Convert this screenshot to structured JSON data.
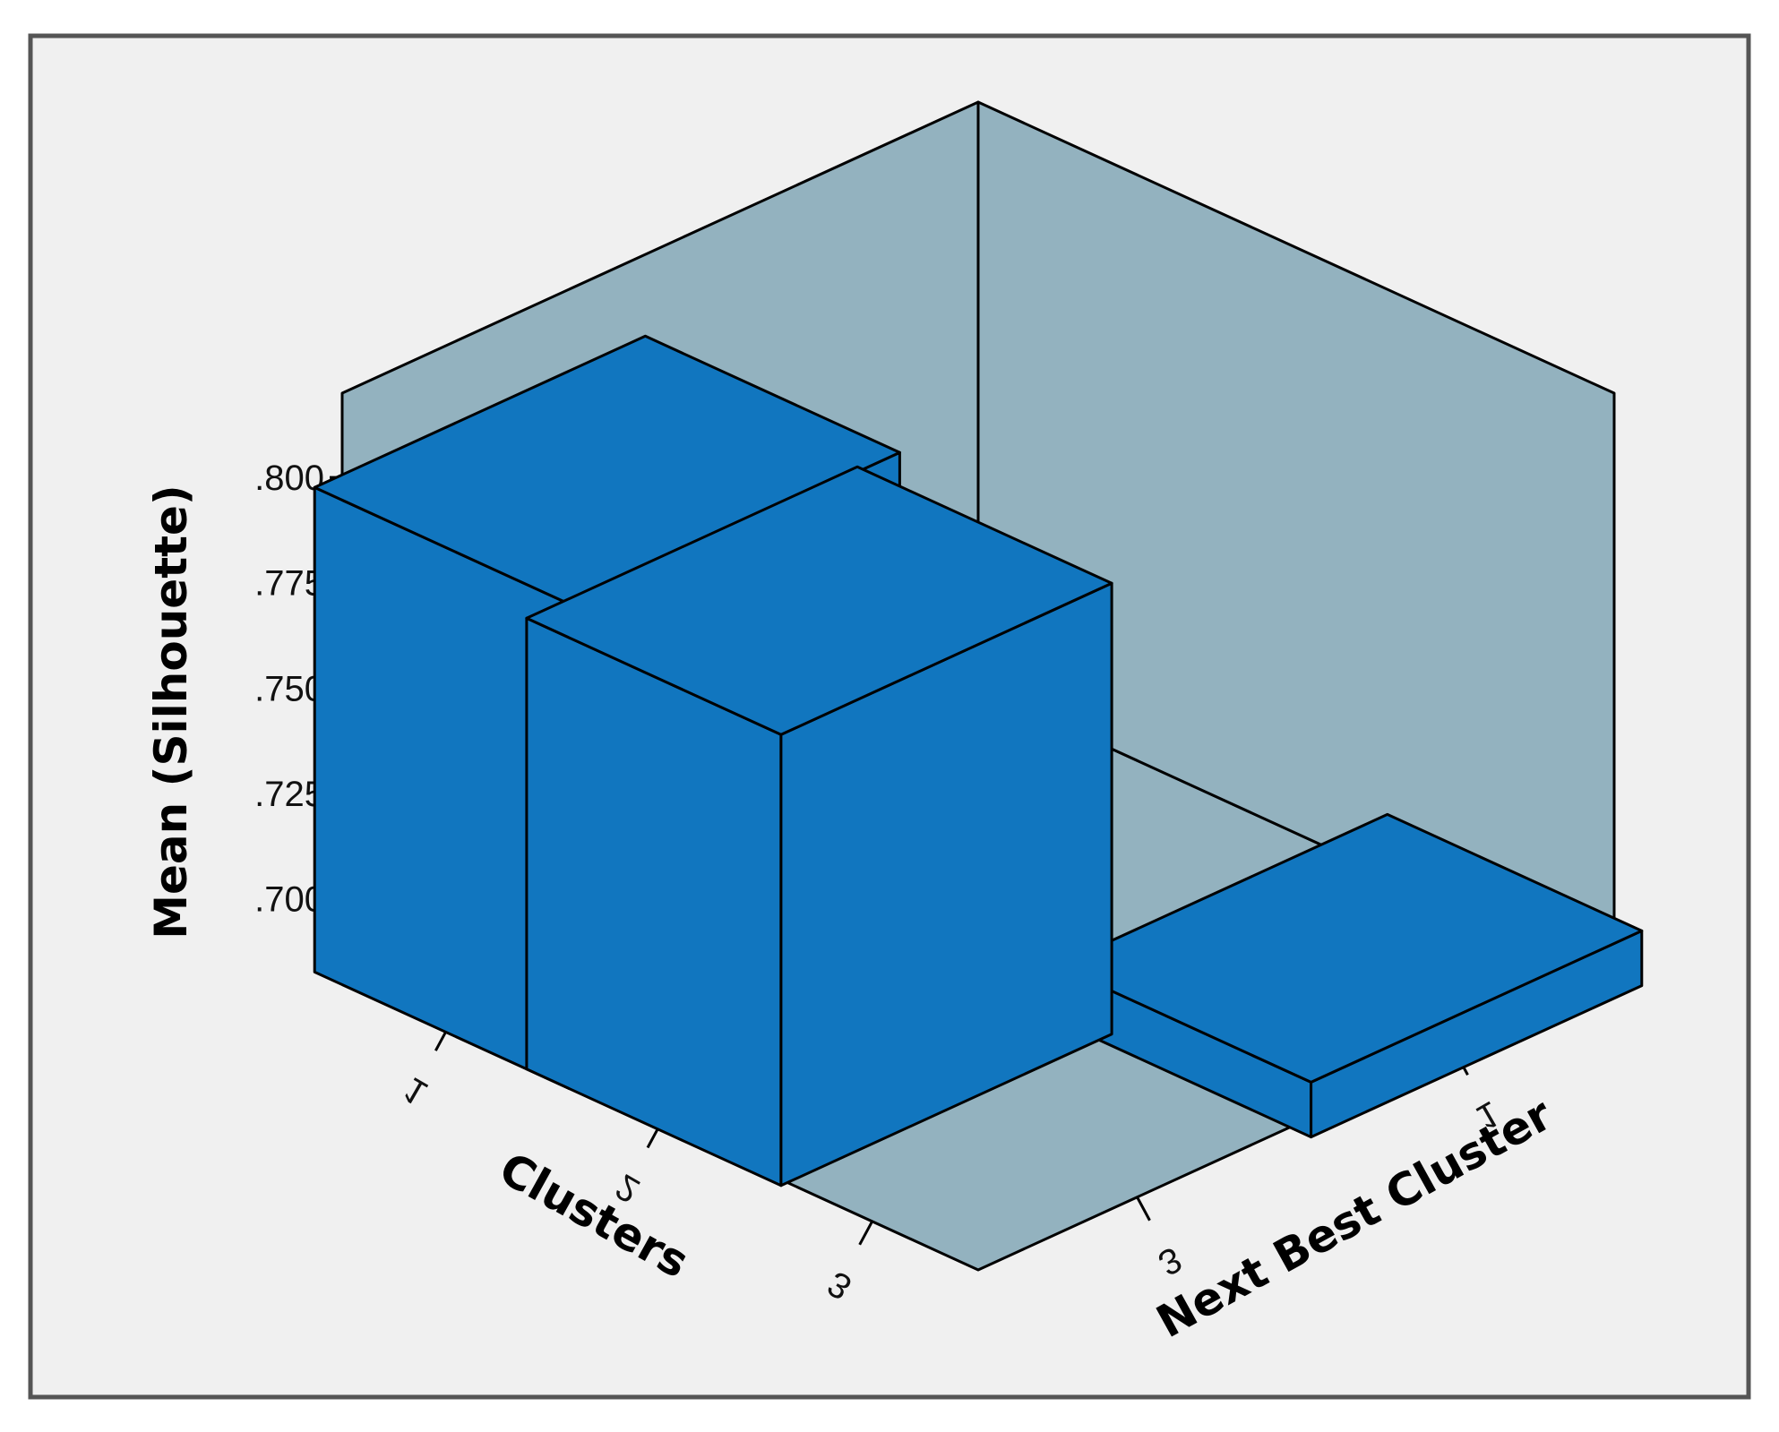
{
  "colors": {
    "background": "#f0f0f0",
    "frame": "#555555",
    "walls": "#93b2bf",
    "bar_fill": "#1176bf",
    "edge": "#000000"
  },
  "chart_data": {
    "type": "bar3d",
    "ylabel": "Mean (Silhouette)",
    "x1label": "Clusters",
    "x2label": "Next Best Cluster",
    "yticks": [
      ".700",
      ".725",
      ".750",
      ".775",
      ".800"
    ],
    "ytick_values": [
      0.7,
      0.725,
      0.75,
      0.775,
      0.8
    ],
    "ylim": [
      0.681,
      0.82
    ],
    "clusters": [
      "1",
      "2",
      "3"
    ],
    "next_best": [
      "1",
      "3"
    ],
    "bars": [
      {
        "cluster": "1",
        "next_best": "3",
        "value": 0.796
      },
      {
        "cluster": "2",
        "next_best": "3",
        "value": 0.788
      },
      {
        "cluster": "3",
        "next_best": "1",
        "value": 0.694
      }
    ]
  }
}
